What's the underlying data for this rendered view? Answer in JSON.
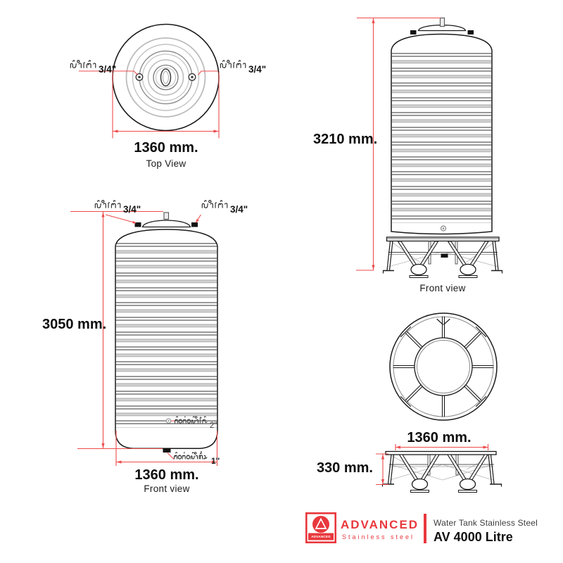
{
  "top_view": {
    "inlet_left_label": "น้ำเข้า",
    "inlet_left_size": "3/4\"",
    "inlet_right_label": "น้ำเข้า",
    "inlet_right_size": "3/4\"",
    "diameter": "1360 mm.",
    "caption": "Top View"
  },
  "tank_front_view": {
    "inlet_left_label": "น้ำเข้า",
    "inlet_left_size": "3/4\"",
    "inlet_right_label": "น้ำเข้า",
    "inlet_right_size": "3/4\"",
    "height": "3050 mm.",
    "outlet_label": "ข้อต่อน้ำใช้",
    "outlet_size": "2\"",
    "drain_label": "ข้อต่อน้ำทิ้ง",
    "drain_size": "1\"",
    "width": "1360 mm.",
    "caption": "Front view"
  },
  "tank_with_stand_view": {
    "height": "3210 mm.",
    "caption": "Front view"
  },
  "stand_views": {
    "width": "1360 mm.",
    "height": "330 mm."
  },
  "footer": {
    "badge_text": "ADVANCED",
    "brand": "ADVANCED",
    "brand_subtitle": "Stainless steel",
    "product_title": "Water Tank Stainless Steel",
    "product_model": "AV 4000 Litre"
  }
}
